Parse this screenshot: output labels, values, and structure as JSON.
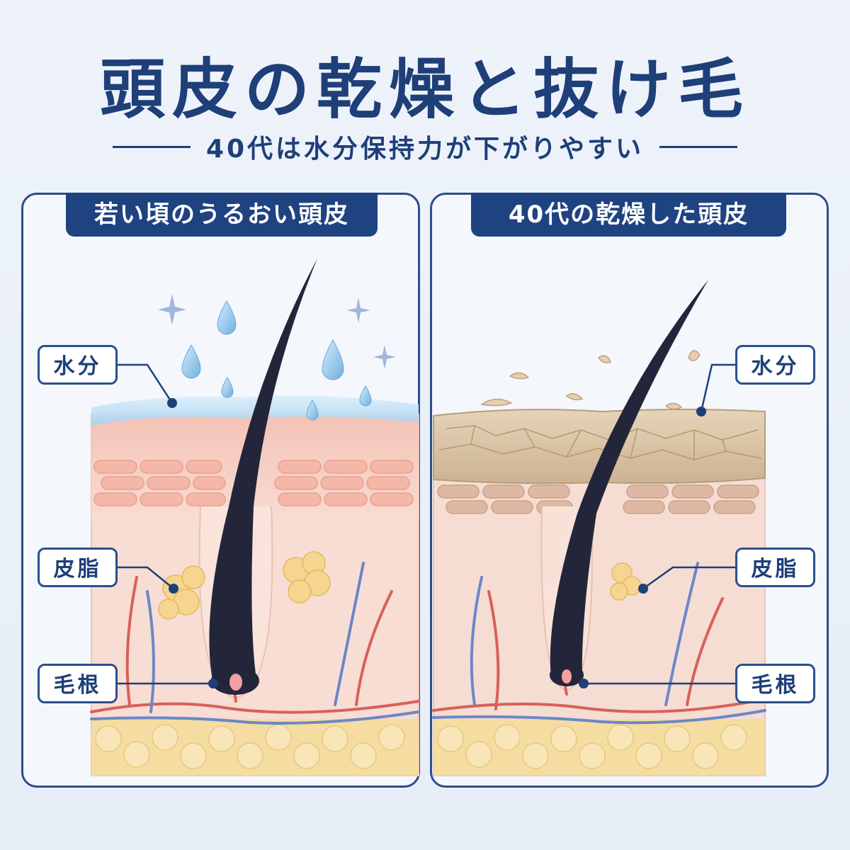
{
  "title": "頭皮の乾燥と抜け毛",
  "subtitle": "40代は水分保持力が下がりやすい",
  "panels": {
    "left": {
      "header": "若い頃のうるおい頭皮",
      "labels": {
        "water": "水分",
        "sebum": "皮脂",
        "root": "毛根"
      }
    },
    "right": {
      "header": "40代の乾燥した頭皮",
      "labels": {
        "water": "水分",
        "sebum": "皮脂",
        "root": "毛根"
      }
    }
  },
  "colors": {
    "navy": "#1e3f78",
    "panel_border": "#2b4f8c",
    "skin": "#f6d3c8",
    "fat": "#f5dca0",
    "artery": "#d9605a",
    "vein": "#6d87c7",
    "hair": "#23263a",
    "water": "#a8d2ef",
    "dry_skin": "#d9c2a2"
  }
}
